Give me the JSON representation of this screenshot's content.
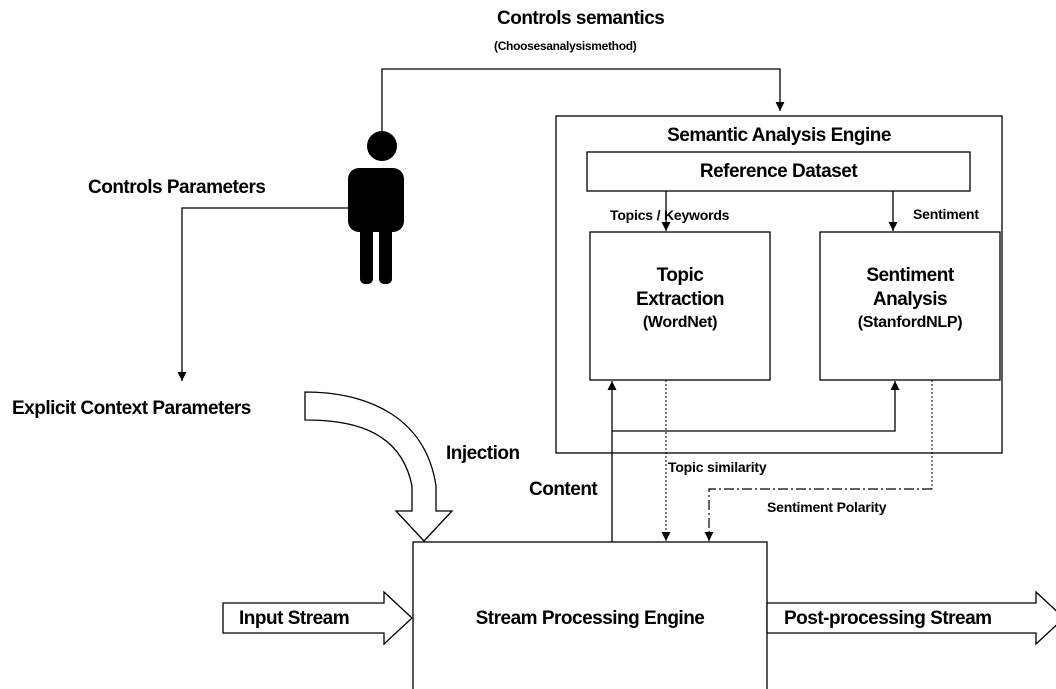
{
  "labels": {
    "controls_semantics": "Controls semantics",
    "chooses_method": "(Choosesanalysismethod)",
    "controls_parameters": "Controls Parameters",
    "explicit_context": "Explicit Context Parameters",
    "injection": "Injection",
    "content": "Content",
    "topic_similarity": "Topic similarity",
    "sentiment_polarity": "Sentiment Polarity",
    "topics_keywords": "Topics / Keywords",
    "sentiment": "Sentiment"
  },
  "semantic_engine": {
    "title": "Semantic Analysis Engine",
    "reference_dataset": "Reference Dataset",
    "topic_box": {
      "line1": "Topic",
      "line2": "Extraction",
      "line3": "(WordNet)"
    },
    "sentiment_box": {
      "line1": "Sentiment",
      "line2": "Analysis",
      "line3": "(StanfordNLP)"
    }
  },
  "stream_engine": {
    "title": "Stream Processing Engine"
  },
  "streams": {
    "input": "Input Stream",
    "output": "Post-processing Stream"
  },
  "icons": {
    "user": "person-icon"
  }
}
